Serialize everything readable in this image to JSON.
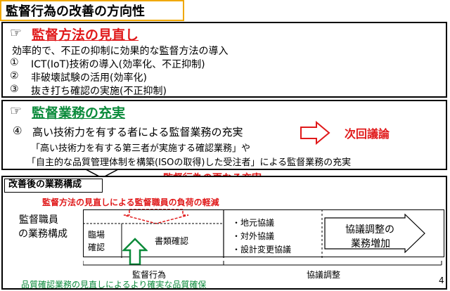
{
  "title": "監督行為の改善の方向性",
  "hand_icon": "☞",
  "section1": {
    "heading": "監督方法の見直し",
    "intro": "効率的で、不正の抑制に効果的な監督方法の導入",
    "items": [
      {
        "num": "①",
        "text": "ICT(IoT)技術の導入(効率化、不正抑制)"
      },
      {
        "num": "②",
        "text": "非破壊試験の活用(効率化)"
      },
      {
        "num": "③",
        "text": "抜き打ち確認の実施(不正抑制)"
      }
    ]
  },
  "section2": {
    "heading": "監督業務の充実",
    "item_num": "④",
    "item_text": "高い技術力を有する者による監督業務の充実",
    "line1": "「高い技術力を有する第三者が実施する確認業務」や",
    "line2": "「自主的な品質管理体制を構築(ISOの取得)した受注者」による監督業務の充実",
    "next_label": "次回議論"
  },
  "banner": "監督行為の更なる充実",
  "section3": {
    "heading": "改善後の業務構成",
    "top_note": "監督方法の見直しによる監督職員の負荷の軽減",
    "left_label_1": "監督職員",
    "left_label_2": "の業務構成",
    "cell1_line1": "臨場",
    "cell1_line2": "確認",
    "cell2": "書類確認",
    "list": [
      "・地元協議",
      "・対外協議",
      "・設計変更協議"
    ],
    "right_label_1": "協議調整の",
    "right_label_2": "業務増加",
    "axis_left": "監督行為",
    "axis_right": "協議調整",
    "bottom_note": "品質確認業務の見直しによるより確実な品質確保"
  },
  "page_number": "4",
  "colors": {
    "red": "#e0191a",
    "green": "#0a8a3a",
    "title_border": "#f0a800"
  }
}
